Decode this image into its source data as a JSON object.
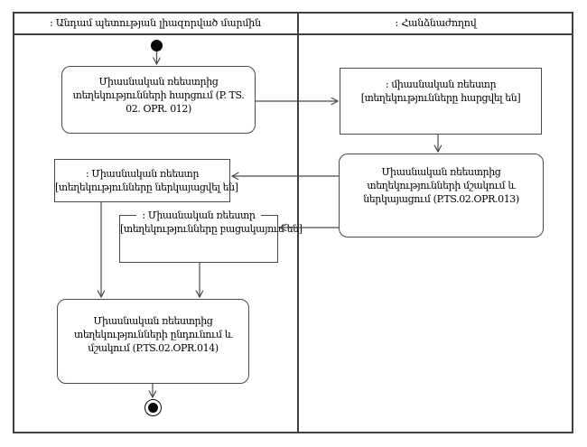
{
  "colors": {
    "border": "#3f3f3f",
    "box_border": "#4a4a4a",
    "line": "#4a4a4a",
    "background": "#ffffff",
    "text": "#000000"
  },
  "lanes": {
    "left": {
      "label": ": Անդամ պետության լիազորված մարմին"
    },
    "right": {
      "label": ": Հանձնաժողով"
    }
  },
  "nodes": {
    "activity_request": {
      "lines": [
        "Միասնական ռեեստրից",
        "տեղեկությունների հարցում (P. TS.",
        "02. OPR. 012)"
      ]
    },
    "object_requested": {
      "title": ": միասնական ռեեստր",
      "state": "[տեղեկությունները հարցվել են]"
    },
    "activity_process_present": {
      "lines": [
        "Միասնական ռեեստրից",
        "տեղեկությունների մշակում և",
        "ներկայացում (P.TS.02.OPR.013)"
      ]
    },
    "object_presented": {
      "title": ": Միասնական ռեեստր",
      "state": "[տեղեկությունները ներկայացվել են]"
    },
    "object_missing": {
      "title": ": Միասնական ռեեստր",
      "state": "[տեղեկությունները բացակայում են]"
    },
    "activity_receive_process": {
      "lines": [
        "Միասնական ռեեստրից",
        "տեղեկությունների ընդունում և",
        "մշակում (P.TS.02.OPR.014)"
      ]
    }
  }
}
